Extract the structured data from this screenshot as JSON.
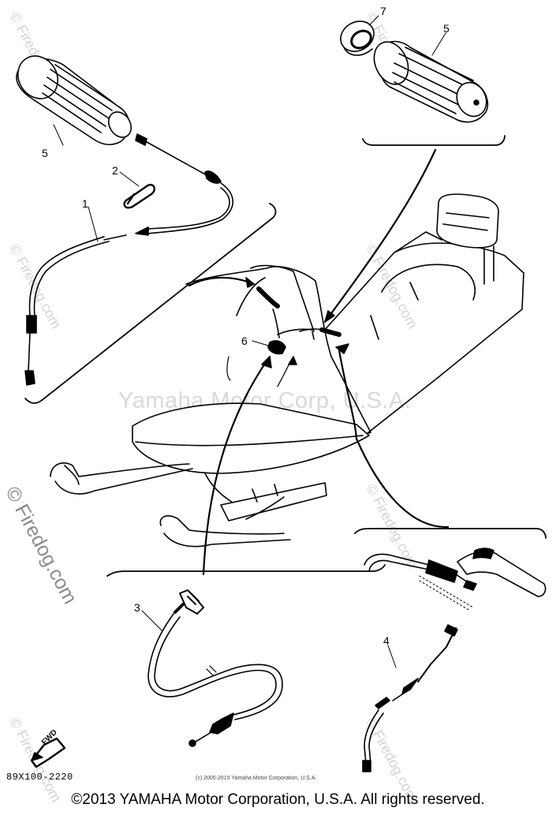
{
  "watermark": {
    "center": "Yamaha Motor Corp, U.S.A.",
    "side": "© Firedog.com",
    "big": "© Firedog.com"
  },
  "callouts": [
    "1",
    "2",
    "3",
    "4",
    "5",
    "5",
    "6",
    "7"
  ],
  "diagram_code": "89X100-2220",
  "fwd_label": "FWD",
  "small_copyright": "(c) 2005-2015 Yamaha Motor Corporation, U.S.A.",
  "footer": "©2013 YAMAHA Motor Corporation, U.S.A. All rights reserved."
}
